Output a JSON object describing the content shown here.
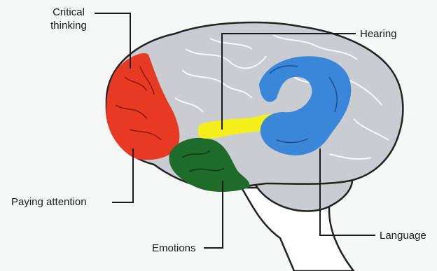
{
  "labels": {
    "critical_thinking_line1": "Critical",
    "critical_thinking_line2": "thinking",
    "hearing": "Hearing",
    "paying_attention": "Paying attention",
    "language": "Language",
    "emotions": "Emotions"
  },
  "regions": [
    {
      "name": "Critical thinking",
      "color": "#e83a23"
    },
    {
      "name": "Hearing",
      "color": "#f4ee1a"
    },
    {
      "name": "Language",
      "color": "#3a86d9"
    },
    {
      "name": "Emotions",
      "color": "#1f6b2a"
    },
    {
      "name": "Paying attention",
      "color": "#e83a23"
    }
  ],
  "colors": {
    "brain": "#c9ccd0",
    "outline": "#222222",
    "background": "#f6f7f7"
  }
}
